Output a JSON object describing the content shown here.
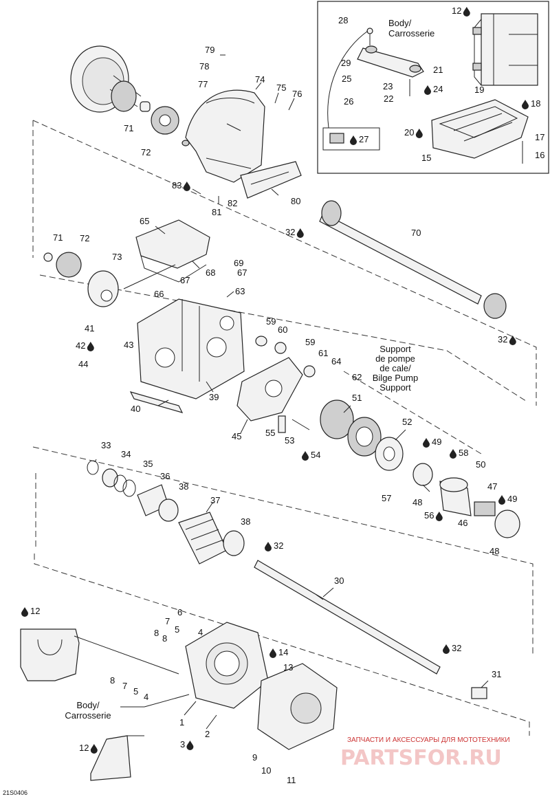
{
  "diagram_code": "21S0406",
  "notes": {
    "top_body_en": "Body/",
    "top_body_fr": "Carrosserie",
    "bilge_line1": "Support",
    "bilge_line2": "de pompe",
    "bilge_line3": "de cale/",
    "bilge_line4": "Bilge Pump",
    "bilge_line5": "Support",
    "bottom_body_en": "Body/",
    "bottom_body_fr": "Carrosserie"
  },
  "watermark": {
    "small": "ЗАПЧАСТИ И АКСЕССУАРЫ ДЛЯ МОТОТЕХНИКИ",
    "big": "PARTSFOR.RU"
  },
  "drop_icon": "liquid-drop-icon",
  "labels": {
    "p1": "1",
    "p2": "2",
    "p3": "3",
    "p4a": "4",
    "p4b": "4",
    "p5a": "5",
    "p5b": "5",
    "p6": "6",
    "p7a": "7",
    "p7b": "7",
    "p8a": "8",
    "p8b": "8",
    "p9": "9",
    "p10": "10",
    "p11": "11",
    "p12a": "12",
    "p12b": "12",
    "p12c": "12",
    "p13": "13",
    "p14": "14",
    "p15": "15",
    "p16": "16",
    "p17": "17",
    "p18": "18",
    "p19": "19",
    "p20": "20",
    "p21": "21",
    "p22": "22",
    "p23": "23",
    "p24": "24",
    "p25": "25",
    "p26": "26",
    "p27": "27",
    "p28": "28",
    "p29": "29",
    "p30": "30",
    "p31": "31",
    "p32a": "32",
    "p32b": "32",
    "p32c": "32",
    "p32d": "32",
    "p33": "33",
    "p34": "34",
    "p35": "35",
    "p36": "36",
    "p37": "37",
    "p38a": "38",
    "p38b": "38",
    "p39": "39",
    "p40": "40",
    "p41": "41",
    "p42": "42",
    "p43": "43",
    "p44": "44",
    "p45": "45",
    "p46": "46",
    "p47": "47",
    "p48a": "48",
    "p48b": "48",
    "p49a": "49",
    "p49b": "49",
    "p50": "50",
    "p51": "51",
    "p52": "52",
    "p53": "53",
    "p54": "54",
    "p55": "55",
    "p56": "56",
    "p57": "57",
    "p58": "58",
    "p59a": "59",
    "p59b": "59",
    "p60": "60",
    "p61": "61",
    "p62": "62",
    "p63": "63",
    "p64": "64",
    "p65": "65",
    "p66": "66",
    "p67a": "67",
    "p67b": "67",
    "p68": "68",
    "p69": "69",
    "p70": "70",
    "p71a": "71",
    "p71b": "71",
    "p72a": "72",
    "p72b": "72",
    "p73": "73",
    "p74": "74",
    "p75": "75",
    "p76": "76",
    "p77": "77",
    "p78": "78",
    "p79": "79",
    "p80": "80",
    "p81": "81",
    "p82": "82",
    "p83": "83"
  }
}
